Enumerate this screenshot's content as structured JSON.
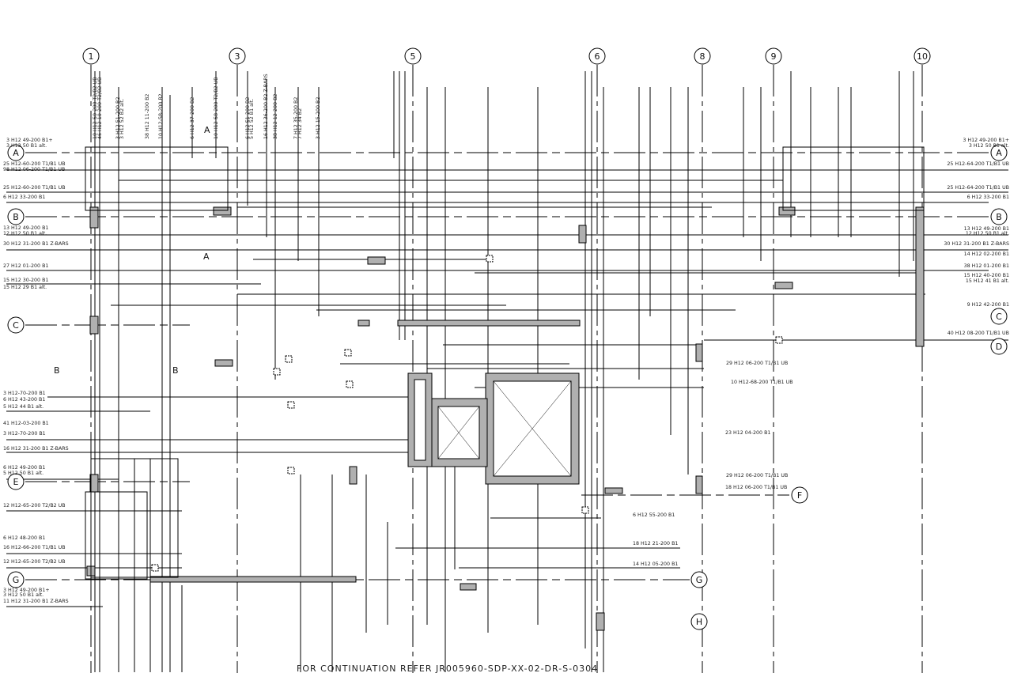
{
  "grid": {
    "columns": [
      "1",
      "3",
      "5",
      "6",
      "8",
      "9",
      "10"
    ],
    "rows_left": [
      "A",
      "B",
      "C",
      "E",
      "G"
    ],
    "rows_right": [
      "A",
      "B",
      "C",
      "D",
      "F",
      "G",
      "H"
    ]
  },
  "labels_left": [
    "3 H12 49-200 B1+",
    "3 H12 50 B1 alt.",
    "25 H12-60-200 T1/B1 UB",
    "98 H12 06-200 T1/B1 UB",
    "25 H12-60-200 T1/B1 UB",
    "6 H12 33-200 B1",
    "13 H12 49-200 B1",
    "12 H12 50 B1 alt.",
    "30 H12 31-200 B1 Z-BARS",
    "27 H12 01-200 B1",
    "15 H12 30-200 B1",
    "15 H12 29 B1 alt.",
    "3 H12-70-200 B1",
    "6 H12 43-200 B1",
    "5 H12 44 B1 alt.",
    "41 H12-03-200 B1",
    "3 H12-70-200 B1",
    "16 H12 31-200 B1 Z-BARS",
    "6 H12 49-200 B1",
    "5 H12 50 B1 alt.",
    "12 H12-65-200 T2/B2 UB",
    "6 H12 48-200 B1",
    "16 H12-66-200 T1/B1 UB",
    "12 H12-65-200 T2/B2 UB",
    "3 H12 49-200 B1+",
    "3 H12 50 B1 alt.",
    "11 H12 31-200 B1 Z-BARS"
  ],
  "labels_right": [
    "3 H12 49-200 B1+",
    "3 H12 50 B1 alt.",
    "25 H12-64-200 T1/B1 UB",
    "25 H12-64-200 T1/B1 UB",
    "6 H12 33-200 B1",
    "13 H12 49-200 B1",
    "12 H12 50 B1 alt.",
    "30 H12 31-200 B1 Z-BARS",
    "14 H12 02-200 B1",
    "38 H12 01-200 B1",
    "15 H12 40-200 B1",
    "15 H12 41 B1 alt.",
    "9 H12 42-200 B1",
    "40 H12 08-200 T1/B1 UB"
  ],
  "labels_mid": [
    "29 H12 06-200 T1/B1 UB",
    "10 H12-68-200 T1/B1 UB",
    "23 H12 04-200 B1",
    "29 H12 06-200 T1/B1 UB",
    "18 H12 06-200 T1/B1 UB",
    "6 H12 55-200 B1",
    "18 H12 21-200 B1",
    "14 H12 05-200 B1"
  ],
  "labels_top": [
    "10 H12-50-200 T2/B2 UB",
    "46 H12 10-200 T2/B2 UB",
    "3 H12 51-200 B2",
    "3 H12 52 B2 alt.",
    "38 H12 11-200 B2",
    "10 H12-58-200 B2",
    "6 H12 37-200 B2",
    "10 H12-58-200 T2/B2 UB",
    "6 H12 51-200 B2",
    "5 H12 52 B1 alt.",
    "16 H12 36-200 B2 Z-BARS",
    "38 H12 12-200 B2",
    "7 H12 35-200 B2",
    "7 H12 34 B2",
    "3 H12 15-200 B2"
  ],
  "section_marks": [
    "A",
    "A",
    "B",
    "B"
  ],
  "footer": "FOR CONTINUATION REFER JR005960-SDP-XX-02-DR-S-0304"
}
